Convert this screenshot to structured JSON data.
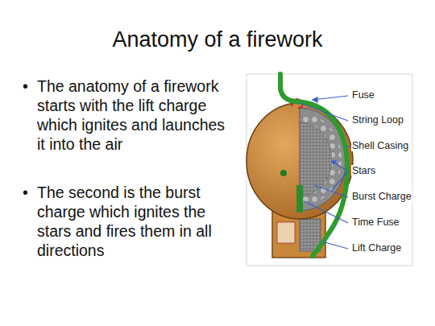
{
  "diagram": {
    "title": "Anatomy of a firework",
    "labels": [
      "The anatomy of a firework starts with the lift charge which ignites and launches it into the air",
      "The second is the burst charge which ignites the stars and fires them in all directions",
      "Fuse",
      "String Loop",
      "Shell Casing",
      "Stars",
      "Burst Charge",
      "Time Fuse",
      "Lift Charge"
    ]
  }
}
